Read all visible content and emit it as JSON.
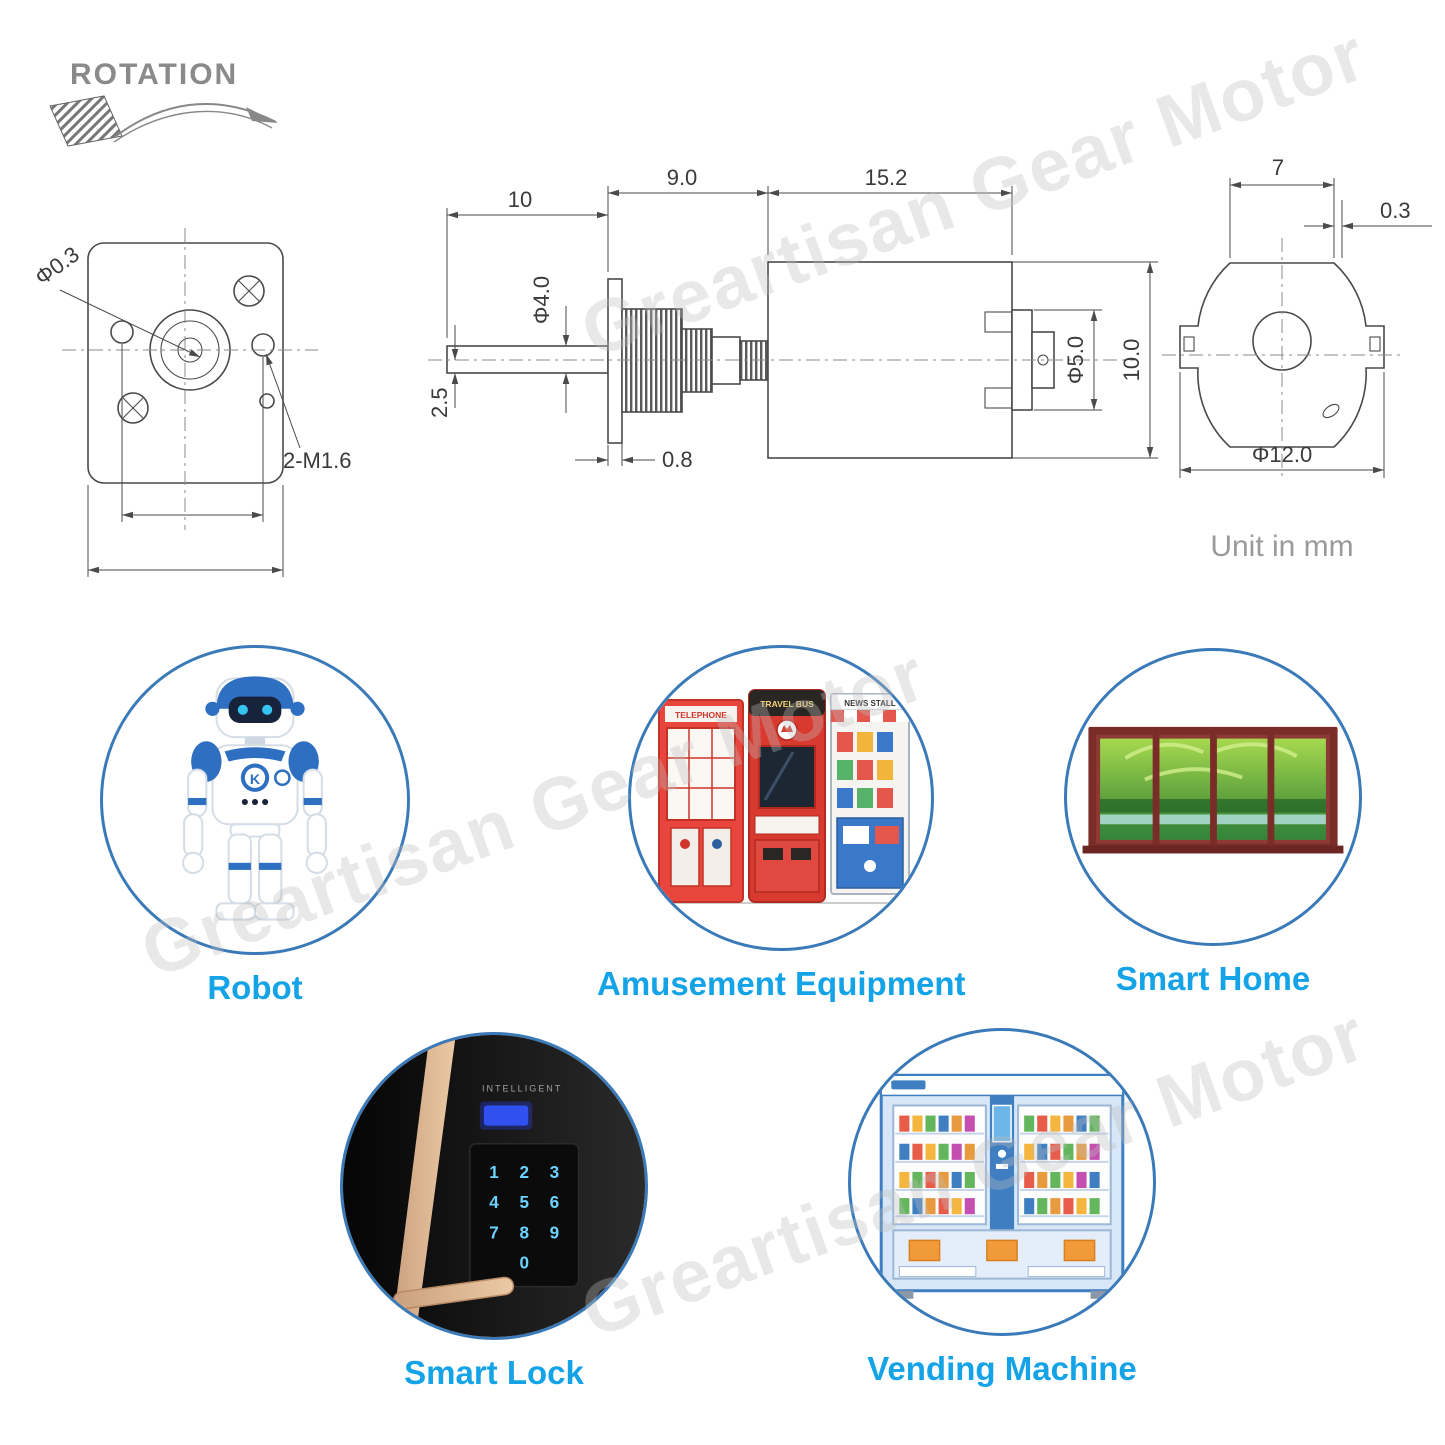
{
  "watermark": {
    "text": "Greartisan Gear Motor"
  },
  "drawing": {
    "rotation_label": "ROTATION",
    "unit_note": "Unit in mm",
    "dims": {
      "front_pin_dia": "Φ0.3",
      "front_screws": "2-M1.6",
      "shaft_len": "10",
      "gearbox_len": "9.0",
      "motor_len": "15.2",
      "shaft_dia": "Φ4.0",
      "shaft_offset": "2.5",
      "flange_thk": "0.8",
      "boss_dia": "Φ5.0",
      "body_height": "10.0",
      "rear_flat_w": "7",
      "rear_step": "0.3",
      "rear_dia": "Φ12.0"
    }
  },
  "applications": [
    {
      "id": "robot",
      "label": "Robot",
      "chest_letter": "K"
    },
    {
      "id": "amusement",
      "label": "Amusement Equipment",
      "signs": {
        "left": "TELEPHONE",
        "mid": "TRAVEL BUS",
        "right": "NEWS STALL"
      }
    },
    {
      "id": "smart-home",
      "label": "Smart Home"
    },
    {
      "id": "smart-lock",
      "label": "Smart Lock",
      "panel_title": "INTELLIGENT",
      "keys": [
        "1",
        "2",
        "3",
        "4",
        "5",
        "6",
        "7",
        "8",
        "9",
        "0"
      ]
    },
    {
      "id": "vending",
      "label": "Vending Machine"
    }
  ],
  "colors": {
    "label": "#14a3e6",
    "circle_border": "#3b7ab8"
  }
}
